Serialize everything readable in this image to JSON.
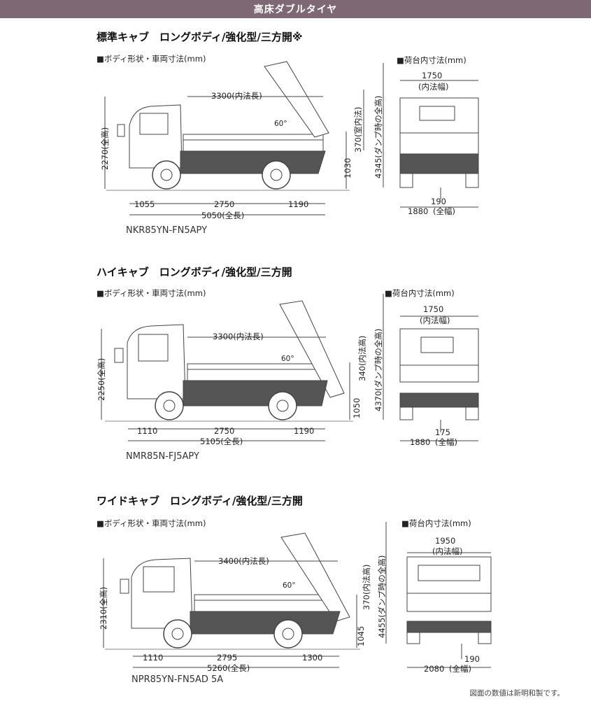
{
  "header": {
    "title": "高床ダブルタイヤ"
  },
  "footer": {
    "note": "図面の数値は新明和製です。"
  },
  "sections": [
    {
      "title": "標準キャブ　ロングボディ/強化型/三方開※",
      "side_label": "■ボディ形状・車両寸法(mm)",
      "rear_label": "■荷台内寸法(mm)",
      "model": "NKR85YN-FN5APY",
      "side": {
        "inner_length": "3300(内法長)",
        "angle": "60°",
        "total_height": "2270(全高)",
        "front_overhang": "1055",
        "wheelbase": "2750",
        "rear_overhang": "1190",
        "total_length": "5050(全長)",
        "deck_height": "1030",
        "side_height": "370(室内法)"
      },
      "rear": {
        "inner_width": "1750",
        "inner_width_label": "(内法幅)",
        "dump_height": "4345(ダンプ時の全高)",
        "ground": "190",
        "total_width": "1880",
        "total_width_label": "(全幅)"
      }
    },
    {
      "title": "ハイキャブ　ロングボディ/強化型/三方開",
      "side_label": "■ボディ形状・車両寸法(mm)",
      "rear_label": "■荷台内寸法(mm)",
      "model": "NMR85N-FJ5APY",
      "side": {
        "inner_length": "3300(内法長)",
        "angle": "60°",
        "total_height": "2250(全高)",
        "front_overhang": "1110",
        "wheelbase": "2750",
        "rear_overhang": "1190",
        "total_length": "5105(全長)",
        "deck_height": "1050",
        "side_height": "340(内法高)"
      },
      "rear": {
        "inner_width": "1750",
        "inner_width_label": "(内法幅)",
        "dump_height": "4370(ダンプ時の全高)",
        "ground": "175",
        "total_width": "1880",
        "total_width_label": "(全幅)"
      }
    },
    {
      "title": "ワイドキャブ　ロングボディ/強化型/三方開",
      "side_label": "■ボディ形状・車両寸法(mm)",
      "rear_label": "■荷台内寸法(mm)",
      "model": "NPR85YN-FN5AD 5A",
      "side": {
        "inner_length": "3400(内法長)",
        "angle": "60°",
        "total_height": "2310(全高)",
        "front_overhang": "1110",
        "wheelbase": "2795",
        "rear_overhang": "1300",
        "total_length": "5260(全長)",
        "deck_height": "1045",
        "side_height": "370(内法高)"
      },
      "rear": {
        "inner_width": "1950",
        "inner_width_label": "(内法幅)",
        "dump_height": "4455(ダンプ時の全高)",
        "ground": "190",
        "total_width": "2080",
        "total_width_label": "(全幅)"
      }
    }
  ]
}
